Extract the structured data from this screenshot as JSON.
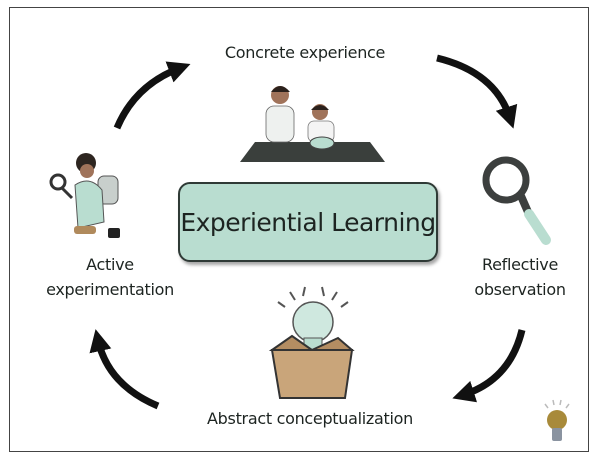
{
  "center": {
    "title": "Experiential Learning"
  },
  "stages": {
    "concrete": "Concrete experience",
    "reflective_1": "Reflective",
    "reflective_2": "observation",
    "abstract": "Abstract conceptualization",
    "active_1": "Active",
    "active_2": "experimentation"
  },
  "colors": {
    "accent": "#b9ddd0",
    "arrow": "#111111",
    "bulb": "#a88a3a"
  }
}
